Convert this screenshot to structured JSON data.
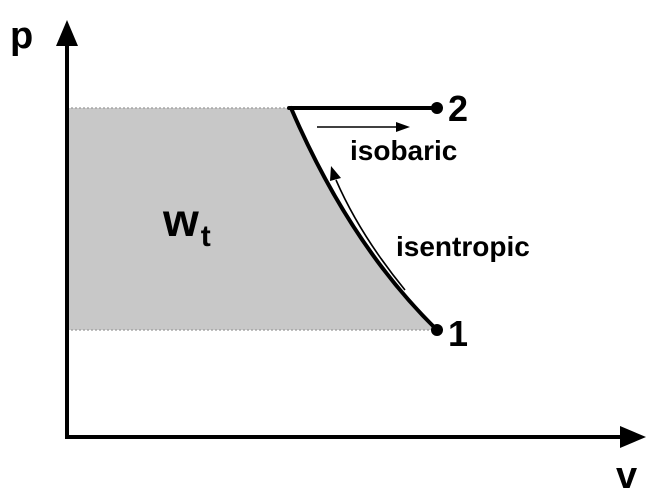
{
  "axes": {
    "y_label": "p",
    "x_label": "v"
  },
  "points": [
    {
      "id": "1",
      "label": "1"
    },
    {
      "id": "2",
      "label": "2"
    }
  ],
  "processes": {
    "isentropic": "isentropic",
    "isobaric": "isobaric"
  },
  "area_label": {
    "main": "w",
    "subscript": "t"
  },
  "colors": {
    "area_fill": "#c8c8c8",
    "line": "#000000",
    "guide": "#9a9a9a"
  }
}
